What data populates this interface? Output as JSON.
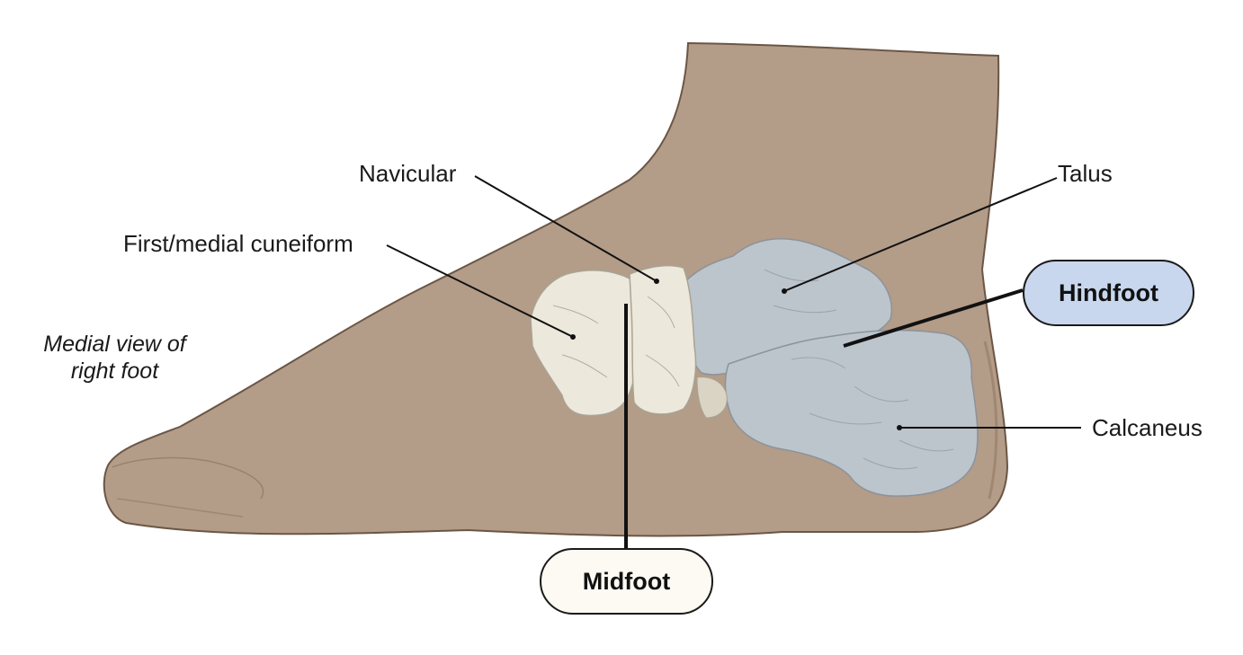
{
  "caption": {
    "line1": "Medial view of",
    "line2": "right foot"
  },
  "labels": {
    "navicular": "Navicular",
    "talus": "Talus",
    "first_medial_cuneiform": "First/medial cuneiform",
    "calcaneus": "Calcaneus"
  },
  "regions": {
    "hindfoot": "Hindfoot",
    "midfoot": "Midfoot"
  },
  "colors": {
    "skin": "#b39c88",
    "skin_outline": "#6b5645",
    "hindfoot_bones": "#bcc4cc",
    "midfoot_bones": "#ece8dc",
    "hindfoot_pill": "#c9d7ee",
    "midfoot_pill": "#fcfaf3",
    "leader_line": "#111111"
  }
}
